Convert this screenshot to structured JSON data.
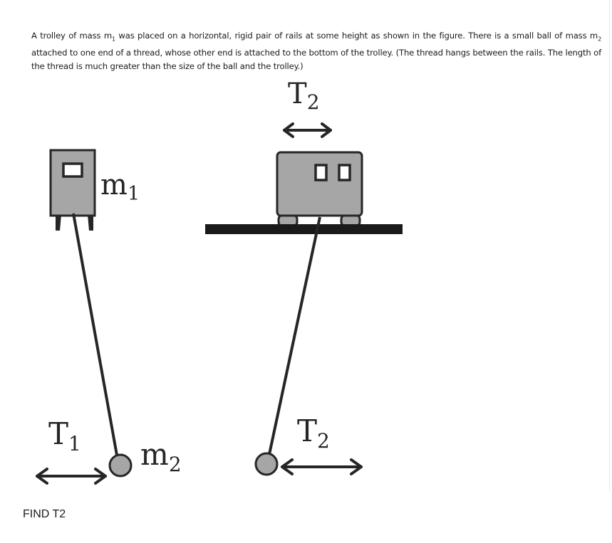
{
  "problem": {
    "text_part1": "A trolley of mass m",
    "text_sub1": "1",
    "text_part2": " was placed on a horizontal, rigid pair of rails at some height as shown in the figure. There is a small ball of mass m",
    "text_sub2": "2",
    "text_part3": " attached to one end of a thread, whose other end is attached to the bottom of the trolley. (The thread hangs between the rails. The length of the thread is much greater than the size of the ball and the trolley.)"
  },
  "figure": {
    "left_trolley_label": "m",
    "left_trolley_sub": "1",
    "left_force_label": "T",
    "left_force_sub": "1",
    "ball_label": "m",
    "ball_sub": "2",
    "top_force_label": "T",
    "top_force_sub": "2",
    "right_force_label": "T",
    "right_force_sub": "2",
    "trolley_fill": "#a6a6a6",
    "ball_fill": "#a6a6a6",
    "stroke_color": "#262626"
  },
  "question": {
    "label": "FIND T2"
  }
}
